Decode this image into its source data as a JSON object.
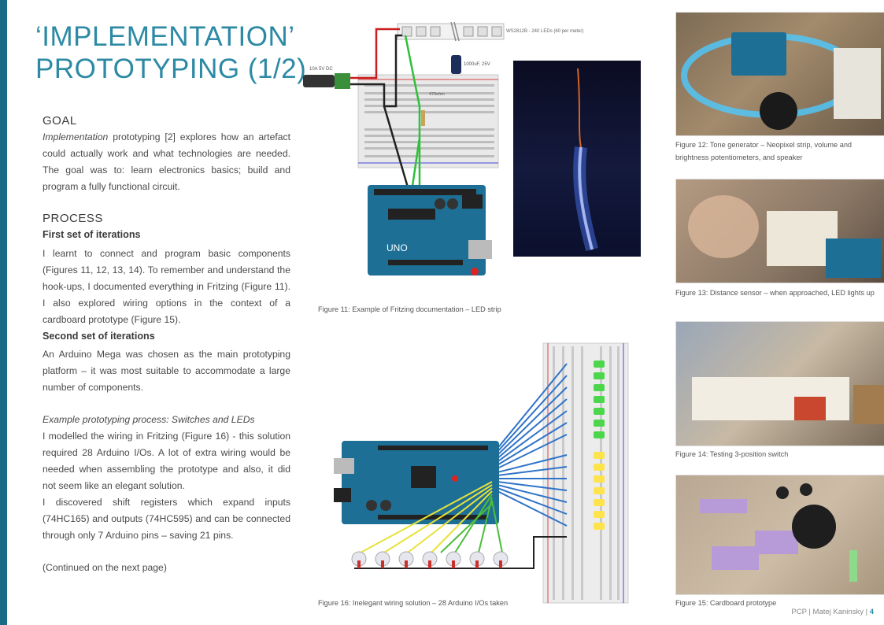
{
  "title": {
    "line1": "‘IMPLEMENTATION’",
    "line2": "PROTOTYPING  (1/2)"
  },
  "goal": {
    "heading": "GOAL",
    "emph": "Implementation",
    "text": " prototyping [2] explores how an artefact could actually work and what technologies are needed. The goal was to: learn electronics basics; build and program a fully functional circuit."
  },
  "process": {
    "heading": "PROCESS",
    "first_heading": "First set of iterations",
    "first_text": "I learnt to connect and program basic components (Figures 11, 12, 13, 14). To remember and understand the hook-ups, I documented everything in Fritzing (Figure 11). I also explored wiring options in the context of a cardboard prototype (Figure 15).",
    "second_heading": "Second set of iterations",
    "second_text": "An Arduino Mega was chosen as the main prototyping platform – it was most suitable to accommodate a large number of components.",
    "example_heading": "Example prototyping process: Switches and LEDs",
    "example_text1": "I modelled the wiring in Fritzing (Figure 16) - this solution required 28 Arduino I/Os. A lot of extra wiring would be needed when assembling the prototype and also, it did not seem like an elegant solution.",
    "example_text2": "I discovered shift registers which expand inputs (74HC165) and outputs (74HC595) and can be connected through only 7 Arduino pins – saving 21 pins.",
    "continued": "(Continued on the next page)"
  },
  "figures": {
    "fig11": {
      "caption": "Figure 11: Example of Fritzing documentation – LED strip",
      "strip_label": "WS2812B - 240 LEDs (60 per meter)",
      "psu_label": "10A 5V DC",
      "cap_label": "1000uF, 25V",
      "res_label": "470ohm",
      "board_label": "UNO"
    },
    "fig12": {
      "caption": "Figure 12: Tone generator – Neopixel strip, volume and brightness potentiometers, and speaker"
    },
    "fig13": {
      "caption": "Figure 13: Distance sensor – when approached, LED lights up"
    },
    "fig14": {
      "caption": "Figure 14: Testing 3-position switch"
    },
    "fig15": {
      "caption": "Figure 15: Cardboard prototype"
    },
    "fig16": {
      "caption": "Figure 16: Inelegant wiring solution – 28 Arduino I/Os taken"
    }
  },
  "footer": {
    "text": "PCP | Matej Kaninsky |",
    "page": "4"
  }
}
